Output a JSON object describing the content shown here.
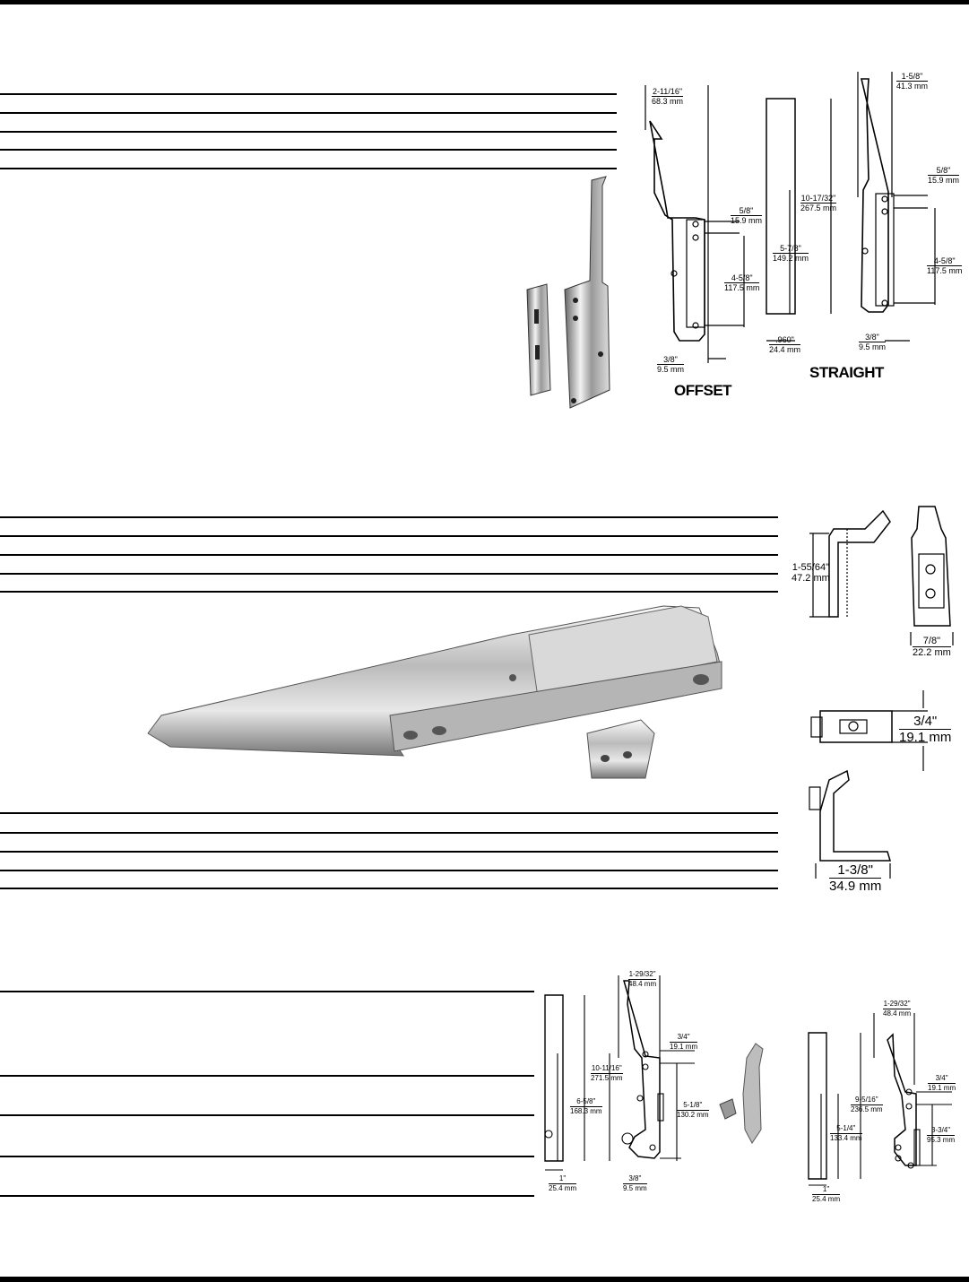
{
  "section1": {
    "offset_drawing": {
      "caption": "OFFSET",
      "dims": [
        {
          "id": "w",
          "imperial": "2-11/16\"",
          "metric": "68.3 mm"
        },
        {
          "id": "a",
          "imperial": "5/8\"",
          "metric": "15.9 mm"
        },
        {
          "id": "b",
          "imperial": "4-5/8\"",
          "metric": "117.5 mm"
        },
        {
          "id": "c",
          "imperial": "3/8\"",
          "metric": "9.5 mm"
        }
      ]
    },
    "straight_drawing": {
      "caption": "STRAIGHT",
      "dims": [
        {
          "id": "w",
          "imperial": "1-5/8\"",
          "metric": "41.3 mm"
        },
        {
          "id": "h",
          "imperial": "10-17/32\"",
          "metric": "267.5 mm"
        },
        {
          "id": "s",
          "imperial": "5-7/8\"",
          "metric": "149.2 mm"
        },
        {
          "id": "a",
          "imperial": "5/8\"",
          "metric": "15.9 mm"
        },
        {
          "id": "b",
          "imperial": "4-5/8\"",
          "metric": "117.5 mm"
        },
        {
          "id": "d",
          "imperial": ".960\"",
          "metric": "24.4 mm"
        },
        {
          "id": "c",
          "imperial": "3/8\"",
          "metric": "9.5 mm"
        }
      ]
    }
  },
  "section2": {
    "dims": [
      {
        "id": "h",
        "imperial": "1-55/64\"",
        "metric": "47.2 mm"
      },
      {
        "id": "w",
        "imperial": "7/8\"",
        "metric": "22.2 mm"
      },
      {
        "id": "t",
        "imperial": "3/4\"",
        "metric": "19.1 mm"
      },
      {
        "id": "b",
        "imperial": "1-3/8\"",
        "metric": "34.9 mm"
      }
    ]
  },
  "section3": {
    "left_drawing": {
      "dims": [
        {
          "id": "w",
          "imperial": "1-29/32\"",
          "metric": "48.4 mm"
        },
        {
          "id": "h",
          "imperial": "10-11/16\"",
          "metric": "271.5 mm"
        },
        {
          "id": "s",
          "imperial": "6-5/8\"",
          "metric": "168.3 mm"
        },
        {
          "id": "a",
          "imperial": "3/4\"",
          "metric": "19.1 mm"
        },
        {
          "id": "b",
          "imperial": "5-1/8\"",
          "metric": "130.2 mm"
        },
        {
          "id": "d",
          "imperial": "1\"",
          "metric": "25.4 mm"
        },
        {
          "id": "c",
          "imperial": "3/8\"",
          "metric": "9.5 mm"
        }
      ]
    },
    "right_drawing": {
      "dims": [
        {
          "id": "w",
          "imperial": "1-29/32\"",
          "metric": "48.4 mm"
        },
        {
          "id": "h",
          "imperial": "9-5/16\"",
          "metric": "236.5 mm"
        },
        {
          "id": "s",
          "imperial": "5-1/4\"",
          "metric": "133.4 mm"
        },
        {
          "id": "a",
          "imperial": "3/4\"",
          "metric": "19.1 mm"
        },
        {
          "id": "b",
          "imperial": "3-3/4\"",
          "metric": "95.3 mm"
        },
        {
          "id": "d",
          "imperial": "1\"",
          "metric": "25.4 mm"
        }
      ]
    }
  }
}
